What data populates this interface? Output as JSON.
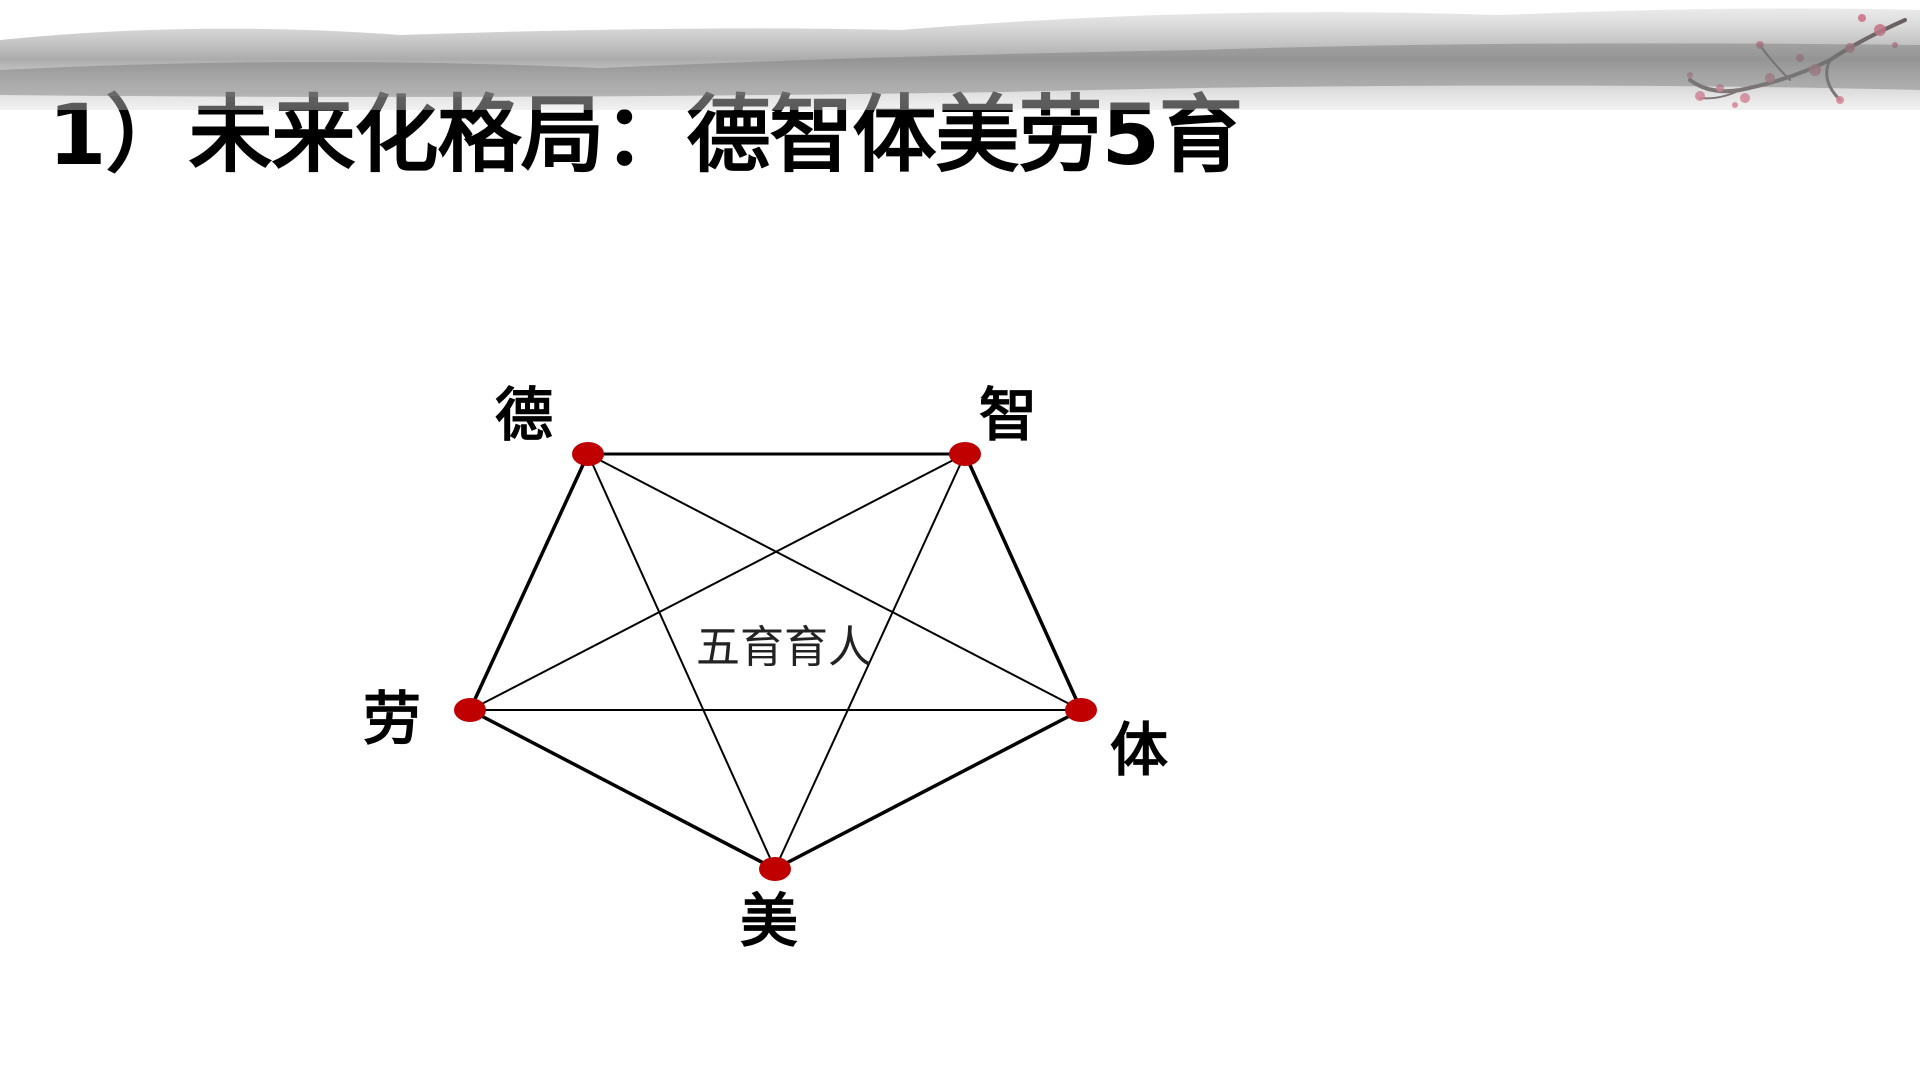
{
  "title": "1）未来化格局：德智体美劳5育",
  "center_text": "五育育人",
  "nodes": {
    "de": "德",
    "zhi": "智",
    "ti": "体",
    "mei": "美",
    "lao": "劳"
  },
  "colors": {
    "node": "#c00000",
    "line": "#000000"
  }
}
